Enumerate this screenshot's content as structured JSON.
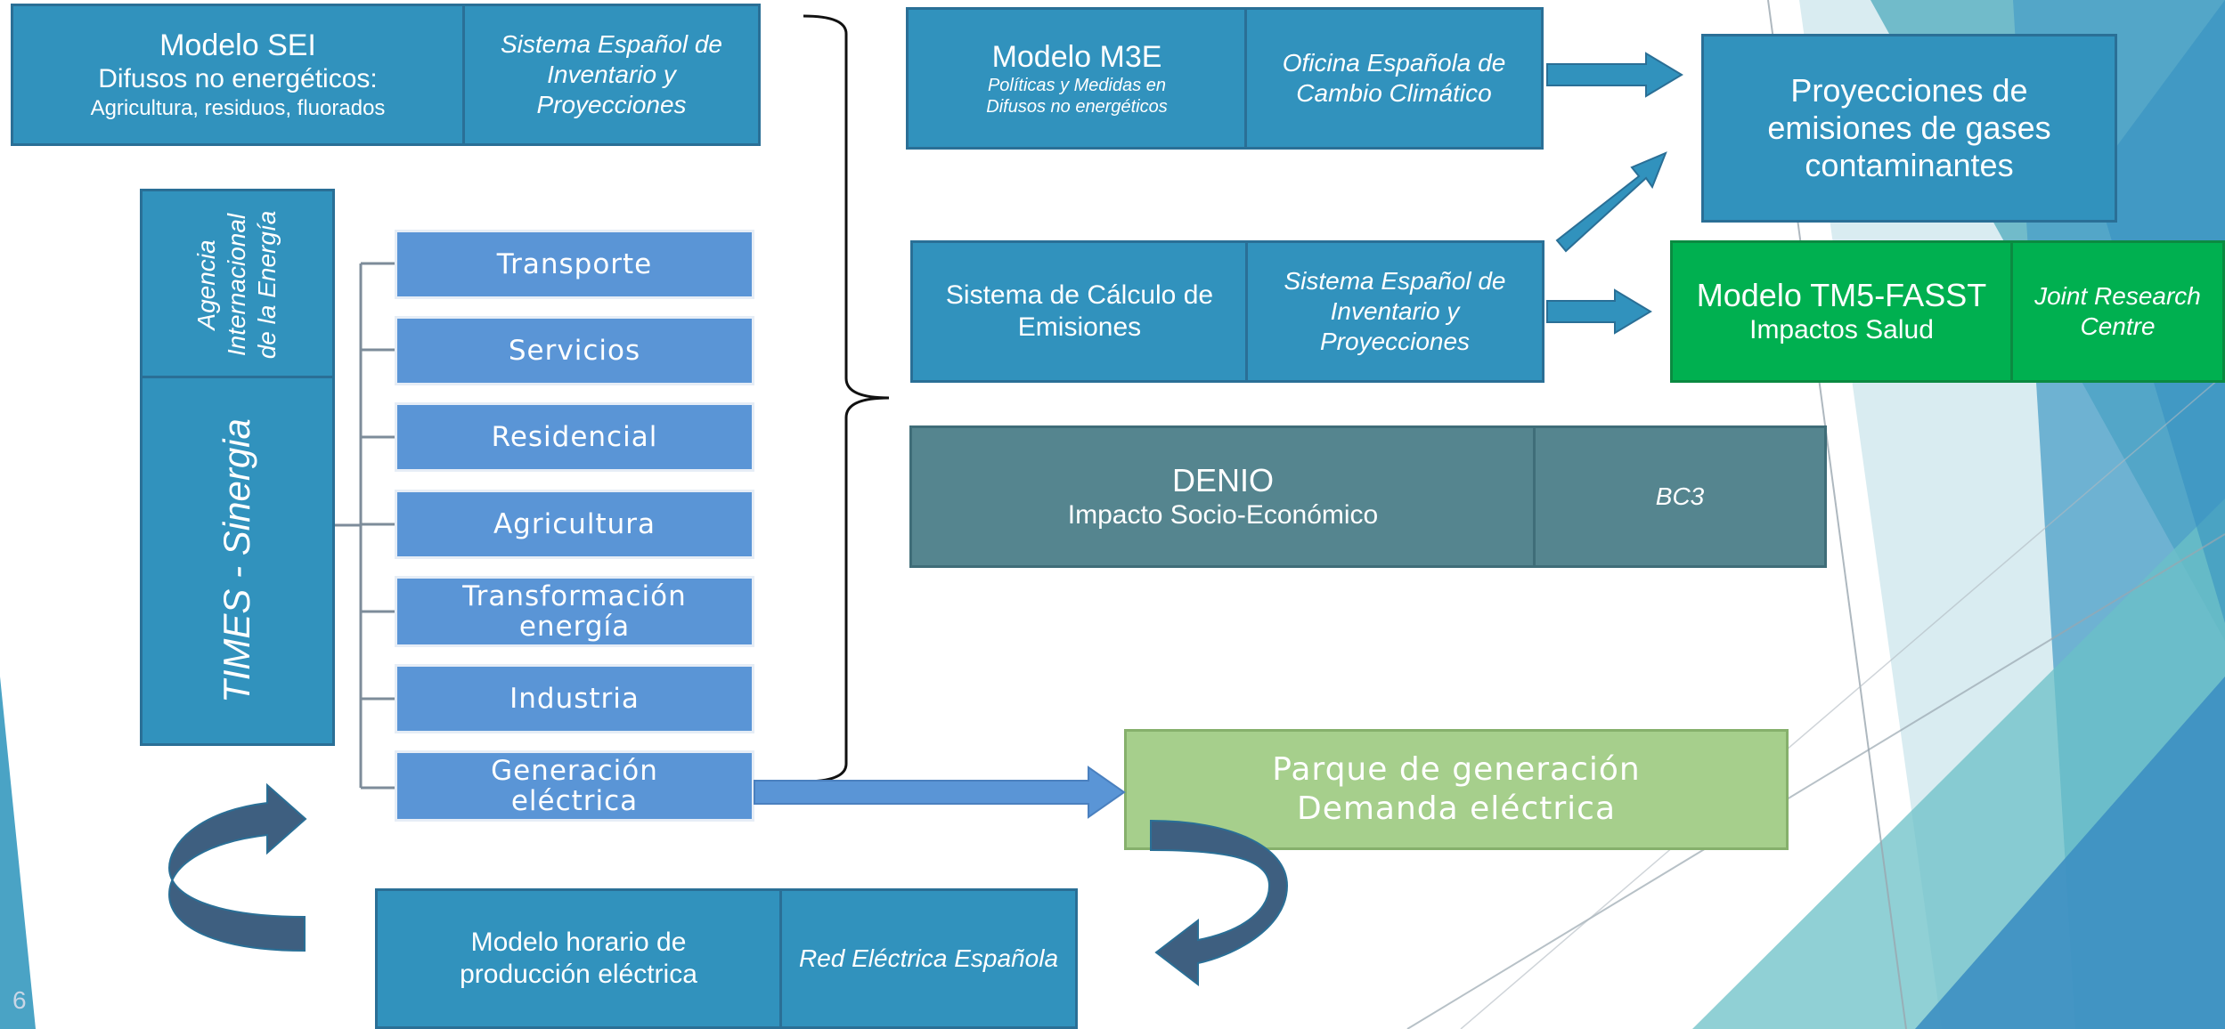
{
  "sei": {
    "title": "Modelo SEI",
    "line1": "Difusos no energéticos:",
    "line2": "Agricultura, residuos, fluorados",
    "org_l1": "Sistema Español de",
    "org_l2": "Inventario y",
    "org_l3": "Proyecciones"
  },
  "m3e": {
    "title": "Modelo M3E",
    "line1": "Políticas y Medidas en",
    "line2": "Difusos no energéticos",
    "org_l1": "Oficina Española de",
    "org_l2": "Cambio Climático"
  },
  "projections": {
    "l1": "Proyecciones de",
    "l2": "emisiones de gases",
    "l3": "contaminantes"
  },
  "calc": {
    "l1": "Sistema de Cálculo de",
    "l2": "Emisiones",
    "org_l1": "Sistema Español de",
    "org_l2": "Inventario y",
    "org_l3": "Proyecciones"
  },
  "tm5": {
    "title": "Modelo TM5-FASST",
    "sub": "Impactos Salud",
    "org_l1": "Joint Research",
    "org_l2": "Centre"
  },
  "denio": {
    "title": "DENIO",
    "sub": "Impacto Socio-Económico",
    "org": "BC3"
  },
  "times": {
    "agency_l1": "Agencia",
    "agency_l2": "Internacional",
    "agency_l3": "de la Energía",
    "model": "TIMES - Sinergia"
  },
  "sectors": {
    "s1": "Transporte",
    "s2": "Servicios",
    "s3": "Residencial",
    "s4": "Agricultura",
    "s5a": "Transformación",
    "s5b": "energía",
    "s6": "Industria",
    "s7a": "Generación",
    "s7b": "eléctrica"
  },
  "parque": {
    "l1": "Parque de generación",
    "l2": "Demanda eléctrica"
  },
  "horario": {
    "l1": "Modelo horario de",
    "l2": "producción eléctrica",
    "org": "Red Eléctrica Española"
  },
  "page_number": "6",
  "colors": {
    "box_blue": "#3192bd",
    "sector_blue": "#5a95d6",
    "teal": "#55858f",
    "green": "#00b050",
    "light_green": "#a6cf8c",
    "curved_arrow": "#3e5f80"
  }
}
